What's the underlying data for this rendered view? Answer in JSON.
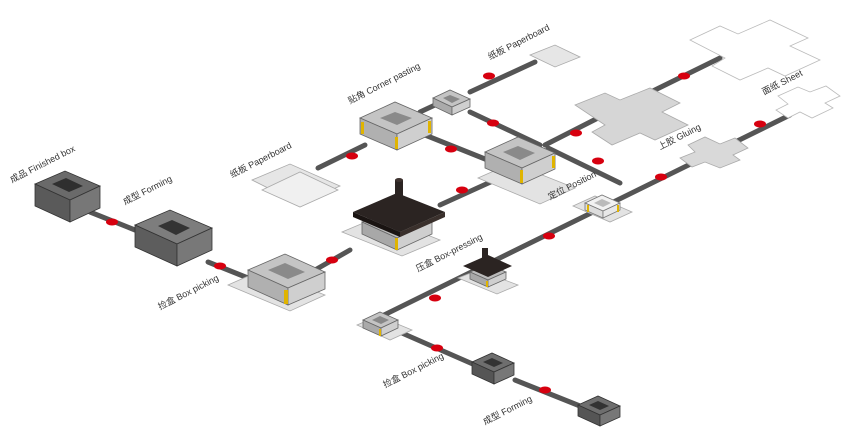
{
  "labels": {
    "finished_box": "成品 Finished box",
    "forming_1": "成型 Forming",
    "box_picking_1": "捡盒 Box picking",
    "paperboard_1": "纸板 Paperboard",
    "corner_pasting": "贴角 Corner pasting",
    "paperboard_2": "纸板 Paperboard",
    "box_pressing": "压盒 Box-pressing",
    "position": "定位 Position",
    "gluing": "上胶 Gluing",
    "sheet": "面纸 Sheet",
    "box_picking_2": "捡盒 Box picking",
    "forming_2": "成型 Forming"
  },
  "colors": {
    "conveyor": "#555555",
    "node": "#d7000f",
    "box_dark": "#555555",
    "box_light": "#bdbdbd",
    "press": "#2b2422",
    "glue": "#e0b400",
    "sheet_fill": "#dcdcdc",
    "sheet_stroke": "#aaaaaa"
  }
}
